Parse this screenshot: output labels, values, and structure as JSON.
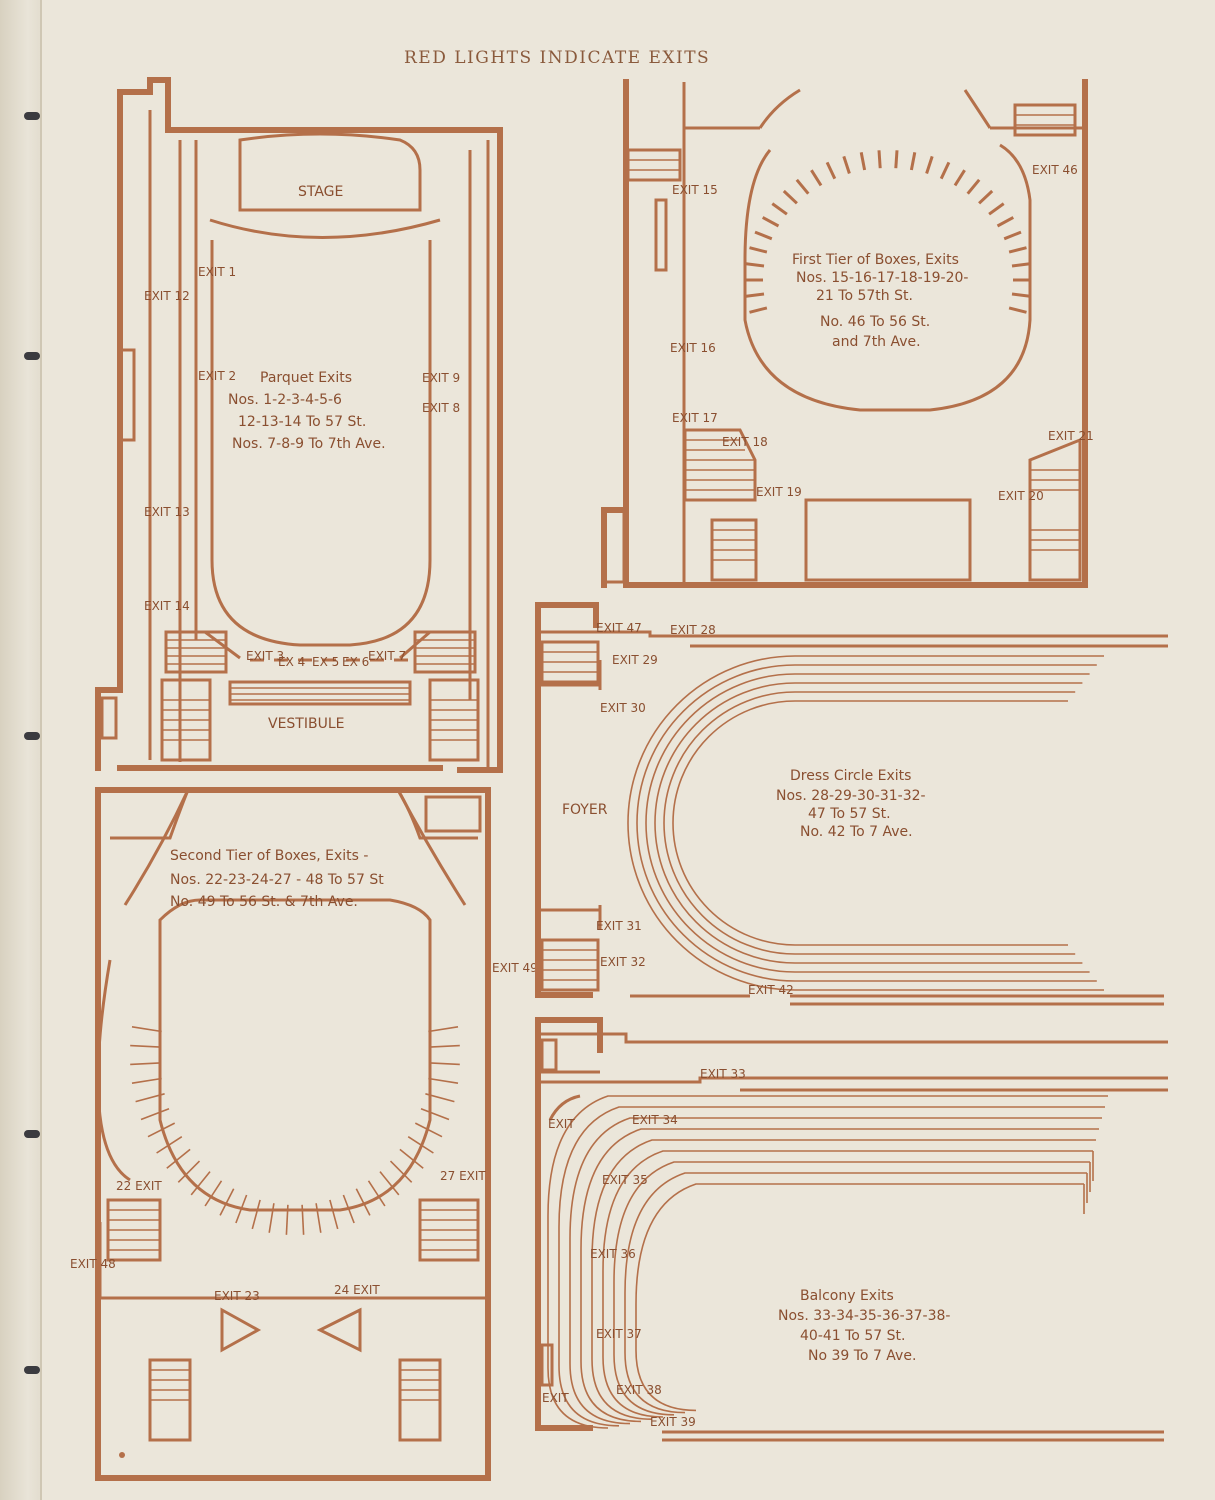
{
  "header": {
    "title": "RED LIGHTS INDICATE EXITS"
  },
  "parquet": {
    "stage": "STAGE",
    "vestibule": "VESTIBULE",
    "title": "Parquet Exits",
    "line1": "Nos. 1-2-3-4-5-6",
    "line2": "12-13-14 To 57 St.",
    "line3": "Nos. 7-8-9 To 7th Ave.",
    "exits": [
      "EXIT 1",
      "EXIT 2",
      "EXIT 12",
      "EXIT 13",
      "EXIT 14",
      "EXIT 9",
      "EXIT 8",
      "EXIT 3",
      "EX 4",
      "EX 5",
      "EX 6",
      "EXIT 7"
    ]
  },
  "first_tier": {
    "title": "First Tier of Boxes, Exits",
    "line1": "Nos. 15-16-17-18-19-20-",
    "line2": "21 To 57th St.",
    "line3": "No. 46 To 56 St.",
    "line4": "and 7th Ave.",
    "exits": [
      "EXIT 15",
      "EXIT 16",
      "EXIT 17",
      "EXIT 18",
      "EXIT 19",
      "EXIT 46",
      "EXIT 21",
      "EXIT 20"
    ]
  },
  "second_tier": {
    "title": "Second Tier of Boxes, Exits -",
    "line1": "Nos. 22-23-24-27 - 48 To 57 St",
    "line2": "No. 49 To 56 St. & 7th Ave.",
    "exits": [
      "EXIT 49",
      "22 EXIT",
      "27 EXIT",
      "EXIT 48",
      "EXIT 23",
      "24 EXIT"
    ]
  },
  "dress_circle": {
    "foyer": "FOYER",
    "title": "Dress Circle Exits",
    "line1": "Nos. 28-29-30-31-32-",
    "line2": "47 To 57 St.",
    "line3": "No. 42 To 7 Ave.",
    "exits": [
      "EXIT 47",
      "EXIT 28",
      "EXIT 29",
      "EXIT 30",
      "EXIT 31",
      "EXIT 32",
      "EXIT 42"
    ]
  },
  "balcony": {
    "title": "Balcony Exits",
    "line1": "Nos. 33-34-35-36-37-38-",
    "line2": "40-41 To 57 St.",
    "line3": "No 39 To 7 Ave.",
    "exits": [
      "EXIT 33",
      "EXIT 34",
      "EXIT 35",
      "EXIT 36",
      "EXIT 37",
      "EXIT 38",
      "EXIT 39",
      "EXIT",
      "EXIT"
    ]
  },
  "colors": {
    "ink": "#b4704a",
    "paper": "#ebe6da"
  }
}
